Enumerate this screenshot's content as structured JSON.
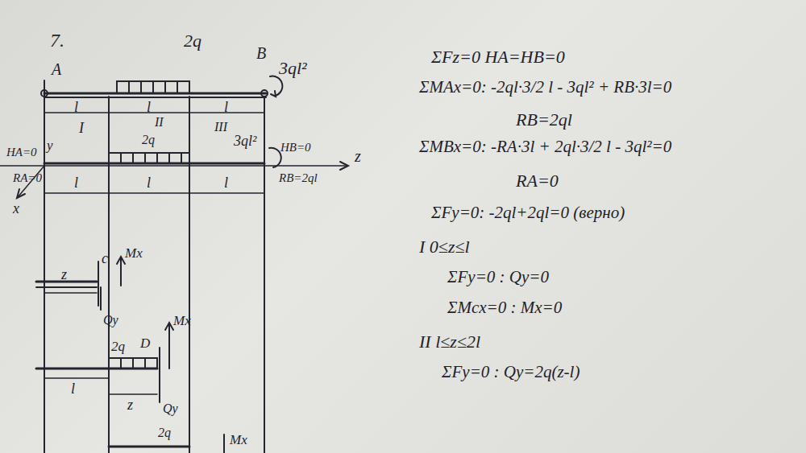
{
  "diagram": {
    "labels": [
      "7.",
      "A",
      "2q",
      "B",
      "3ql²",
      "l",
      "l",
      "l",
      "y",
      "I",
      "II",
      "III",
      "2q",
      "3ql²",
      "HA=0",
      "HB=0",
      "z",
      "RA=0",
      "RB=2ql",
      "x",
      "l",
      "l",
      "l",
      "c",
      "Mx",
      "z",
      "Qy",
      "2q",
      "D",
      "Mx",
      "l",
      "z",
      "Qy",
      "2q",
      "Mx",
      "ΣFz=0   HA=HB=0",
      "ΣMAx=0: -2ql·3/2 l - 3ql² + RB·3l=0",
      "RB=2ql",
      "ΣMBx=0: -RA·3l + 2ql·3/2 l - 3ql²=0",
      "RA=0",
      "ΣFy=0: -2ql+2ql=0 (верно)",
      "I   0≤z≤l",
      "ΣFy=0 : Qy=0",
      "ΣMcx=0 : Mx=0",
      "II   l≤z≤2l",
      "ΣFy=0 : Qy=2q(z-l)"
    ]
  }
}
